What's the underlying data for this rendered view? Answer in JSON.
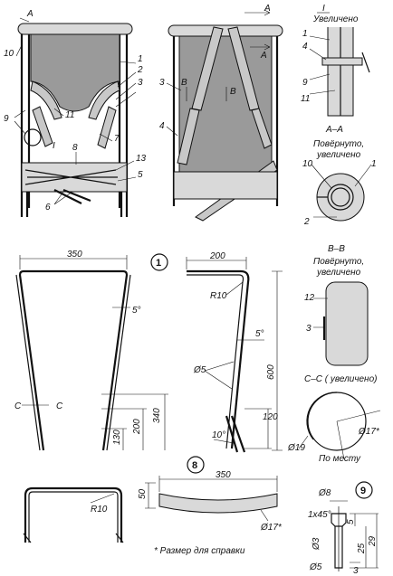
{
  "views": {
    "front": {
      "label_A": "A",
      "callouts": [
        "10",
        "1",
        "2",
        "3",
        "9",
        "11",
        "7",
        "8",
        "6",
        "13",
        "5"
      ],
      "section_I": "I"
    },
    "back": {
      "label_A_top": "A",
      "label_A_bot": "A",
      "callouts": [
        "3",
        "4"
      ],
      "label_B1": "B",
      "label_B2": "B"
    },
    "detail_I": {
      "title_mark": "I",
      "title": "Увеличено",
      "callouts": [
        "1",
        "4",
        "9",
        "11"
      ]
    },
    "section_AA": {
      "title": "А–А",
      "subtitle_1": "Повёрнуто,",
      "subtitle_2": "увеличено",
      "callouts": [
        "10",
        "1",
        "2"
      ]
    },
    "section_BB": {
      "title": "В–В",
      "subtitle_1": "Повёрнуто,",
      "subtitle_2": "увеличено",
      "callouts": [
        "12",
        "3"
      ]
    },
    "section_CC": {
      "title": "С–С ( увеличено)",
      "dim_17": "Ø17*",
      "dim_19": "Ø19",
      "note": "По месту"
    },
    "part_1": {
      "number": "1",
      "dim_350": "350",
      "dim_200": "200",
      "dim_5deg_a": "5°",
      "dim_5deg_b": "5°",
      "dim_R10": "R10",
      "dim_600": "600",
      "dim_340": "340",
      "dim_200v": "200",
      "dim_130": "130",
      "dim_120": "120",
      "dim_10deg": "10°",
      "dim_d5": "Ø5",
      "cut_C1": "C",
      "cut_C2": "C"
    },
    "part_8": {
      "number": "8",
      "dim_350": "350",
      "dim_50": "50",
      "dim_d17": "Ø17*",
      "dim_R10": "R10"
    },
    "part_9": {
      "number": "9",
      "dim_d8": "Ø8",
      "dim_chamfer": "1x45°",
      "dim_d3": "Ø3",
      "dim_d5": "Ø5",
      "dim_5": "5",
      "dim_25": "25",
      "dim_29": "29",
      "dim_3": "3"
    },
    "footnote": "* Размер для справки"
  }
}
